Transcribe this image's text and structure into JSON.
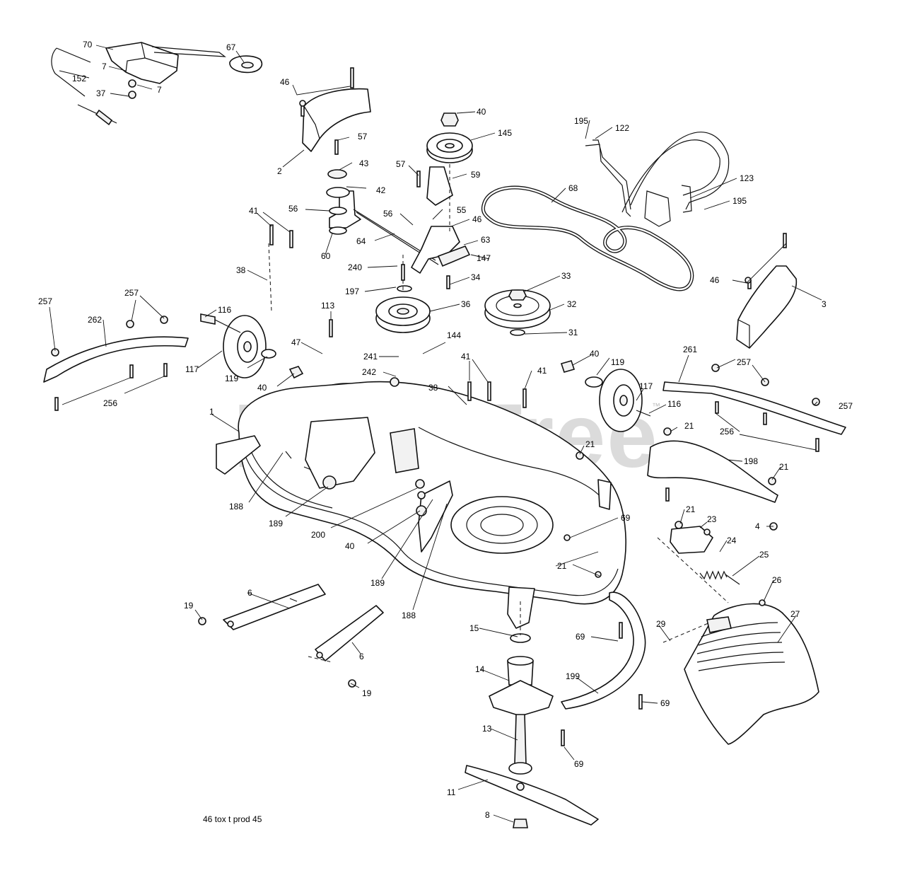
{
  "watermark": {
    "text": "PartsTree",
    "trademark": "™"
  },
  "footer_note": "46 tox t prod 45",
  "callouts": [
    {
      "id": "c70",
      "text": "70"
    },
    {
      "id": "c67",
      "text": "67"
    },
    {
      "id": "c7a",
      "text": "7"
    },
    {
      "id": "c152",
      "text": "152"
    },
    {
      "id": "c7b",
      "text": "7"
    },
    {
      "id": "c37",
      "text": "37"
    },
    {
      "id": "c46a",
      "text": "46"
    },
    {
      "id": "c2",
      "text": "2"
    },
    {
      "id": "c40a",
      "text": "40"
    },
    {
      "id": "c145",
      "text": "145"
    },
    {
      "id": "c57a",
      "text": "57"
    },
    {
      "id": "c43",
      "text": "43"
    },
    {
      "id": "c57b",
      "text": "57"
    },
    {
      "id": "c59",
      "text": "59"
    },
    {
      "id": "c42",
      "text": "42"
    },
    {
      "id": "c195a",
      "text": "195"
    },
    {
      "id": "c122",
      "text": "122"
    },
    {
      "id": "c68",
      "text": "68"
    },
    {
      "id": "c123",
      "text": "123"
    },
    {
      "id": "c195b",
      "text": "195"
    },
    {
      "id": "c41a",
      "text": "41"
    },
    {
      "id": "c56a",
      "text": "56"
    },
    {
      "id": "c56b",
      "text": "56"
    },
    {
      "id": "c55",
      "text": "55"
    },
    {
      "id": "c46b",
      "text": "46"
    },
    {
      "id": "c60",
      "text": "60"
    },
    {
      "id": "c64",
      "text": "64"
    },
    {
      "id": "c63",
      "text": "63"
    },
    {
      "id": "c147",
      "text": "147"
    },
    {
      "id": "c38a",
      "text": "38"
    },
    {
      "id": "c240",
      "text": "240"
    },
    {
      "id": "c34",
      "text": "34"
    },
    {
      "id": "c197",
      "text": "197"
    },
    {
      "id": "c33",
      "text": "33"
    },
    {
      "id": "c46c",
      "text": "46"
    },
    {
      "id": "c36",
      "text": "36"
    },
    {
      "id": "c32",
      "text": "32"
    },
    {
      "id": "c3",
      "text": "3"
    },
    {
      "id": "c257a",
      "text": "257"
    },
    {
      "id": "c257b",
      "text": "257"
    },
    {
      "id": "c262",
      "text": "262"
    },
    {
      "id": "c116a",
      "text": "116"
    },
    {
      "id": "c113",
      "text": "113"
    },
    {
      "id": "c144",
      "text": "144"
    },
    {
      "id": "c31",
      "text": "31"
    },
    {
      "id": "c47",
      "text": "47"
    },
    {
      "id": "c241",
      "text": "241"
    },
    {
      "id": "c242",
      "text": "242"
    },
    {
      "id": "c41b",
      "text": "41"
    },
    {
      "id": "c41c",
      "text": "41"
    },
    {
      "id": "c40b",
      "text": "40"
    },
    {
      "id": "c119a",
      "text": "119"
    },
    {
      "id": "c117a",
      "text": "117"
    },
    {
      "id": "c119b",
      "text": "119"
    },
    {
      "id": "c40c",
      "text": "40"
    },
    {
      "id": "c261",
      "text": "261"
    },
    {
      "id": "c257c",
      "text": "257"
    },
    {
      "id": "c117b",
      "text": "117"
    },
    {
      "id": "c38b",
      "text": "38"
    },
    {
      "id": "c256a",
      "text": "256"
    },
    {
      "id": "c1",
      "text": "1"
    },
    {
      "id": "c116b",
      "text": "116"
    },
    {
      "id": "c257d",
      "text": "257"
    },
    {
      "id": "c21a",
      "text": "21"
    },
    {
      "id": "c256b",
      "text": "256"
    },
    {
      "id": "c21b",
      "text": "21"
    },
    {
      "id": "c198",
      "text": "198"
    },
    {
      "id": "c21c",
      "text": "21"
    },
    {
      "id": "c188a",
      "text": "188"
    },
    {
      "id": "c189a",
      "text": "189"
    },
    {
      "id": "c200",
      "text": "200"
    },
    {
      "id": "c40d",
      "text": "40"
    },
    {
      "id": "c69a",
      "text": "69"
    },
    {
      "id": "c21d",
      "text": "21"
    },
    {
      "id": "c23",
      "text": "23"
    },
    {
      "id": "c4",
      "text": "4"
    },
    {
      "id": "c24",
      "text": "24"
    },
    {
      "id": "c25",
      "text": "25"
    },
    {
      "id": "c21e",
      "text": "21"
    },
    {
      "id": "c189b",
      "text": "189"
    },
    {
      "id": "c188b",
      "text": "188"
    },
    {
      "id": "c26",
      "text": "26"
    },
    {
      "id": "c6a",
      "text": "6"
    },
    {
      "id": "c19a",
      "text": "19"
    },
    {
      "id": "c27",
      "text": "27"
    },
    {
      "id": "c15",
      "text": "15"
    },
    {
      "id": "c69b",
      "text": "69"
    },
    {
      "id": "c29",
      "text": "29"
    },
    {
      "id": "c6b",
      "text": "6"
    },
    {
      "id": "c19b",
      "text": "19"
    },
    {
      "id": "c14",
      "text": "14"
    },
    {
      "id": "c199",
      "text": "199"
    },
    {
      "id": "c69c",
      "text": "69"
    },
    {
      "id": "c13",
      "text": "13"
    },
    {
      "id": "c69d",
      "text": "69"
    },
    {
      "id": "c11",
      "text": "11"
    },
    {
      "id": "c8",
      "text": "8"
    }
  ]
}
